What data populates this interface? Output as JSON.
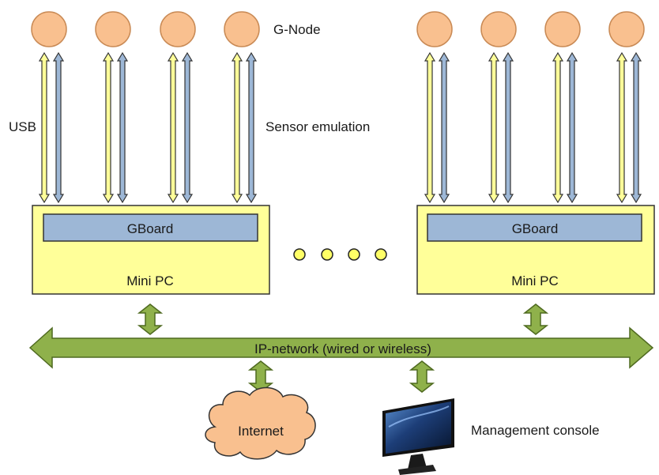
{
  "labels": {
    "gnode": "G-Node",
    "usb": "USB",
    "sensor": "Sensor emulation",
    "gboard": "GBoard",
    "minipc": "Mini PC",
    "network": "IP-network (wired or wireless)",
    "internet": "Internet",
    "console": "Management console"
  },
  "groups": [
    {
      "gboard": "GBoard",
      "minipc": "Mini PC",
      "node_count": 4
    },
    {
      "gboard": "GBoard",
      "minipc": "Mini PC",
      "node_count": 4
    }
  ],
  "ellipsis_dots": 4,
  "colors": {
    "node_fill": "#f9c08f",
    "node_stroke": "#c98a55",
    "usb_arrow": "#ffff99",
    "sensor_arrow": "#9db7d6",
    "pc_fill": "#ffff99",
    "gboard_fill": "#9db7d6",
    "network_fill": "#8fb14b",
    "network_stroke": "#4f6a20",
    "cloud_fill": "#f9c08f",
    "dot_fill": "#ffff66"
  },
  "icons": [
    "cloud-icon",
    "monitor-icon"
  ]
}
